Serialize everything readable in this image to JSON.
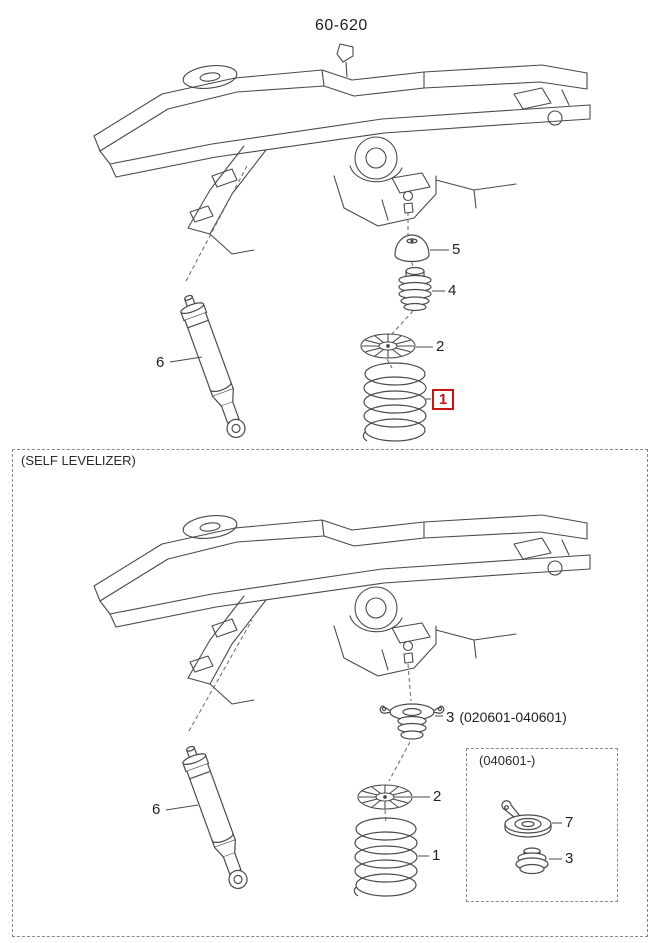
{
  "diagram": {
    "group_code": "60-620",
    "highlight_color": "#cc1111",
    "line_color": "#4a4a4a"
  },
  "main_section": {
    "callouts": {
      "part5": "5",
      "part4": "4",
      "part2": "2",
      "part1": "1",
      "part6": "6"
    }
  },
  "self_levelizer_section": {
    "title": "(SELF LEVELIZER)",
    "callouts": {
      "part3": "3",
      "part3_range": "(020601-040601)",
      "part2": "2",
      "part1": "1",
      "part6": "6"
    },
    "inset": {
      "title": "(040601-)",
      "callouts": {
        "part7": "7",
        "part3": "3"
      }
    }
  }
}
